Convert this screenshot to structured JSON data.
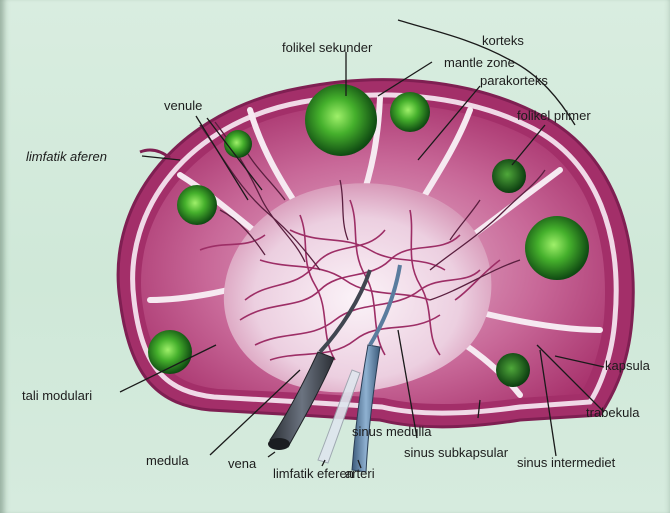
{
  "labels": {
    "folikel_sekunder": "folikel sekunder",
    "korteks": "korteks",
    "mantle_zone": "mantle zone",
    "parakorteks": "parakorteks",
    "venule": "venule",
    "folikel_primer": "folikel primer",
    "limfatik_aferen": "limfatik aferen",
    "tali_modulari": "tali modulari",
    "kapsula": "kapsula",
    "sinus_medulla": "sinus medulla",
    "trabekula": "trabekula",
    "sinus_subkapsular": "sinus subkapsular",
    "medula": "medula",
    "vena": "vena",
    "limfatik_eferen": "limfatik eferen",
    "arteri": "arteri",
    "sinus_intermediet": "sinus intermediet"
  },
  "colors": {
    "capsule": "#b23a73",
    "cortex": "#c35a88",
    "medulla": "#f2e4ee",
    "follicle": "#1f7a1c",
    "follicle_glow": "#7ed957",
    "vessel": "#4a4f57",
    "background": "#d4ebdc"
  },
  "icons": {
    "wavy-vessel-icon": "dark-pink network lines"
  }
}
